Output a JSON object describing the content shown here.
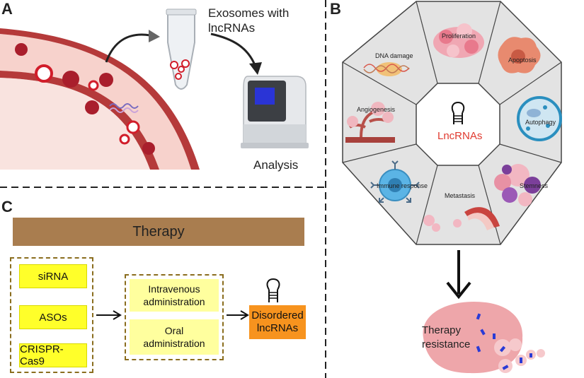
{
  "panels": {
    "a": "A",
    "b": "B",
    "c": "C"
  },
  "panel_a": {
    "exosomes_line1": "Exosomes with",
    "exosomes_line2": "lncRNAs",
    "analysis": "Analysis"
  },
  "panel_b": {
    "center": "LncRNAs",
    "segments": {
      "proliferation": "Proliferation",
      "apoptosis": "Apoptosis",
      "autophagy": "Autophagy",
      "stemness": "Stemness",
      "metastasis": "Metastasis",
      "immune_response": "Immune response",
      "angiogenesis": "Angiogenesis",
      "dna_damage": "DNA damage"
    },
    "result_line1": "Therapy",
    "result_line2": "resistance"
  },
  "panel_c": {
    "header": "Therapy",
    "methods": [
      "siRNA",
      "ASOs",
      "CRISPR-Cas9"
    ],
    "routes": [
      {
        "line1": "Intravenous",
        "line2": "administration"
      },
      {
        "line1": "Oral",
        "line2": "administration"
      }
    ],
    "target_line1": "Disordered",
    "target_line2": "lncRNAs"
  },
  "colors": {
    "vessel_wall": "#b53a3a",
    "vessel_inner": "#f7d2cc",
    "therapy_header": "#a97d4f",
    "method_box": "#ffff2a",
    "route_box": "#ffff9e",
    "target_box": "#f7931e",
    "lncrna_text": "#e03a2f",
    "resistance_cell": "#eea6aa"
  },
  "icons": [
    "test-tube-icon",
    "analyzer-machine-icon",
    "rna-hairpin-icon",
    "arrow-icon"
  ]
}
